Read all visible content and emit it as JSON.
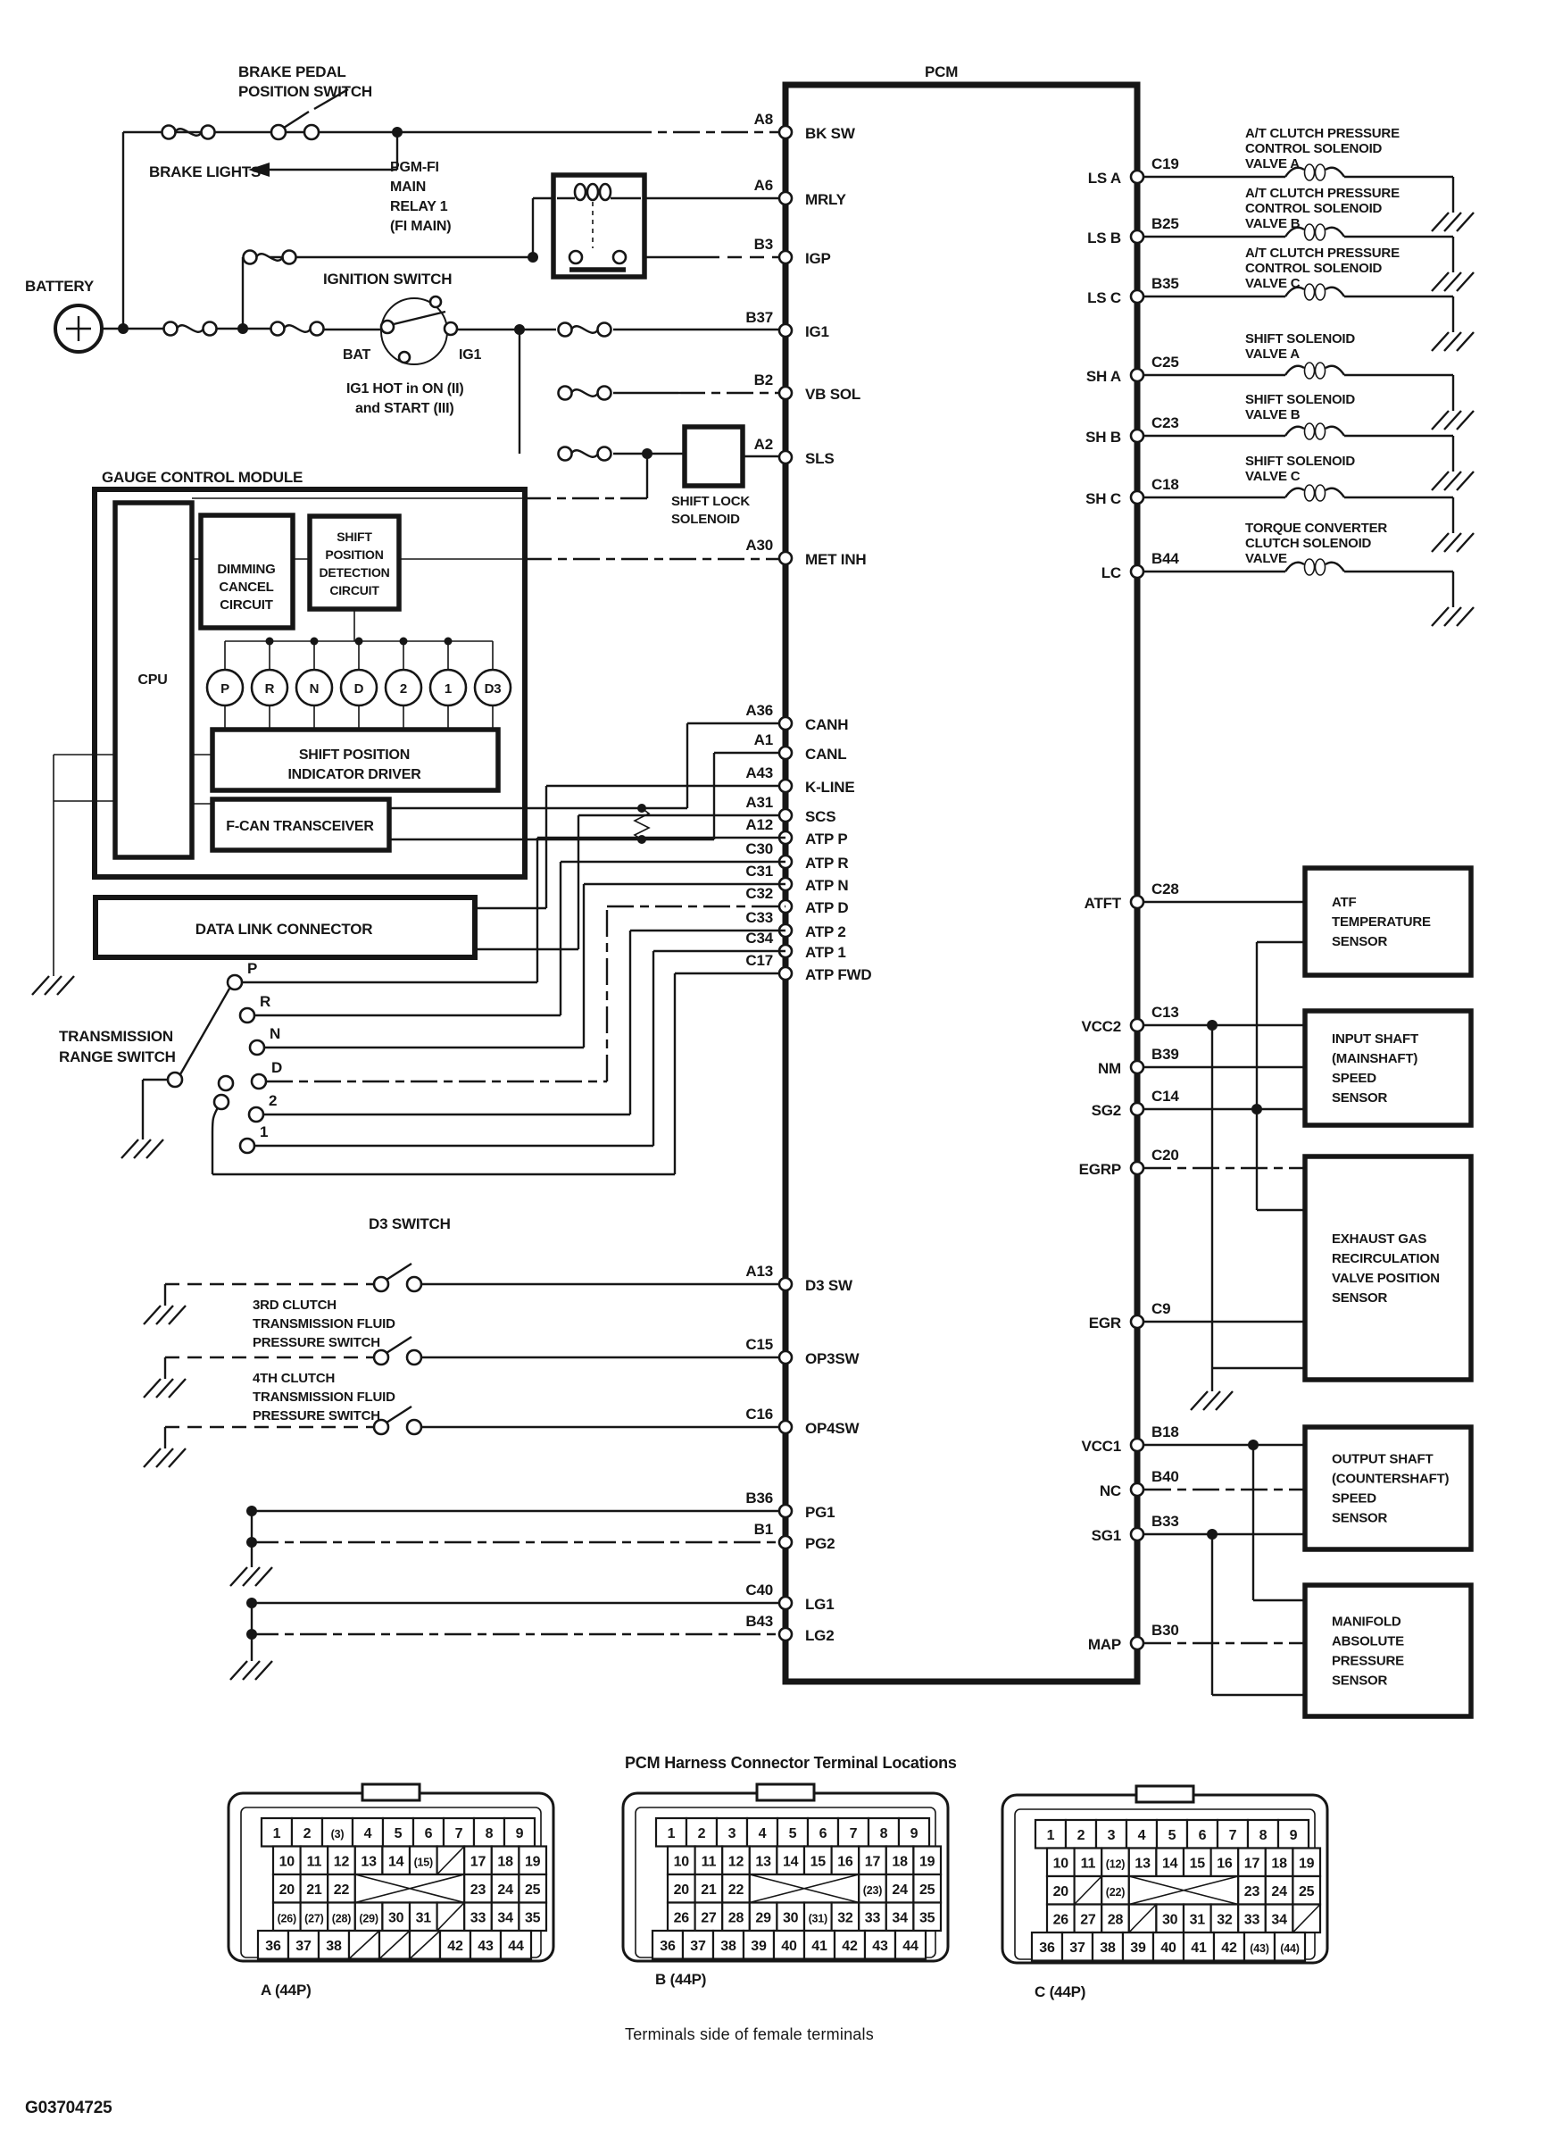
{
  "pcm": {
    "label": "PCM",
    "left_pins": [
      {
        "pin": "A8",
        "name": "BK SW"
      },
      {
        "pin": "A6",
        "name": "MRLY"
      },
      {
        "pin": "B3",
        "name": "IGP"
      },
      {
        "pin": "B37",
        "name": "IG1"
      },
      {
        "pin": "B2",
        "name": "VB SOL"
      },
      {
        "pin": "A2",
        "name": "SLS"
      },
      {
        "pin": "A30",
        "name": "MET INH"
      },
      {
        "pin": "A36",
        "name": "CANH"
      },
      {
        "pin": "A1",
        "name": "CANL"
      },
      {
        "pin": "A43",
        "name": "K-LINE"
      },
      {
        "pin": "A31",
        "name": "SCS"
      },
      {
        "pin": "A12",
        "name": "ATP P"
      },
      {
        "pin": "C30",
        "name": "ATP R"
      },
      {
        "pin": "C31",
        "name": "ATP N"
      },
      {
        "pin": "C32",
        "name": "ATP D"
      },
      {
        "pin": "C33",
        "name": "ATP 2"
      },
      {
        "pin": "C34",
        "name": "ATP 1"
      },
      {
        "pin": "C17",
        "name": "ATP FWD"
      },
      {
        "pin": "A13",
        "name": "D3 SW"
      },
      {
        "pin": "C15",
        "name": "OP3SW"
      },
      {
        "pin": "C16",
        "name": "OP4SW"
      },
      {
        "pin": "B36",
        "name": "PG1"
      },
      {
        "pin": "B1",
        "name": "PG2"
      },
      {
        "pin": "C40",
        "name": "LG1"
      },
      {
        "pin": "B43",
        "name": "LG2"
      }
    ],
    "right_pins": [
      {
        "pin": "C19",
        "name": "LS A"
      },
      {
        "pin": "B25",
        "name": "LS B"
      },
      {
        "pin": "B35",
        "name": "LS C"
      },
      {
        "pin": "C25",
        "name": "SH A"
      },
      {
        "pin": "C23",
        "name": "SH B"
      },
      {
        "pin": "C18",
        "name": "SH C"
      },
      {
        "pin": "B44",
        "name": "LC"
      },
      {
        "pin": "C28",
        "name": "ATFT"
      },
      {
        "pin": "C13",
        "name": "VCC2"
      },
      {
        "pin": "B39",
        "name": "NM"
      },
      {
        "pin": "C14",
        "name": "SG2"
      },
      {
        "pin": "C20",
        "name": "EGRP"
      },
      {
        "pin": "C9",
        "name": "EGR"
      },
      {
        "pin": "B18",
        "name": "VCC1"
      },
      {
        "pin": "B40",
        "name": "NC"
      },
      {
        "pin": "B33",
        "name": "SG1"
      },
      {
        "pin": "B30",
        "name": "MAP"
      }
    ]
  },
  "components": {
    "battery_label": "BATTERY",
    "brake_pedal_switch": [
      "BRAKE PEDAL",
      "POSITION SWITCH"
    ],
    "brake_lights": "BRAKE LIGHTS",
    "pgm_fi_relay": [
      "PGM-FI",
      "MAIN",
      "RELAY 1",
      "(FI MAIN)"
    ],
    "ignition_switch": "IGNITION SWITCH",
    "bat": "BAT",
    "ig1": "IG1",
    "ig1_hot": [
      "IG1 HOT in ON (II)",
      "and START (III)"
    ],
    "shift_lock": [
      "SHIFT LOCK",
      "SOLENOID"
    ],
    "gauge_module": "GAUGE CONTROL MODULE",
    "cpu": "CPU",
    "dimming": [
      "DIMMING",
      "CANCEL",
      "CIRCUIT"
    ],
    "spdc": [
      "SHIFT",
      "POSITION",
      "DETECTION",
      "CIRCUIT"
    ],
    "gears": [
      "P",
      "R",
      "N",
      "D",
      "2",
      "1",
      "D3"
    ],
    "driver": [
      "SHIFT POSITION",
      "INDICATOR DRIVER"
    ],
    "fcan": "F-CAN TRANSCEIVER",
    "dlc": "DATA LINK CONNECTOR",
    "range_switch": [
      "TRANSMISSION",
      "RANGE SWITCH"
    ],
    "range_positions": [
      "P",
      "R",
      "N",
      "D",
      "2",
      "1"
    ],
    "d3_switch": "D3 SWITCH",
    "op3": [
      "3RD CLUTCH",
      "TRANSMISSION FLUID",
      "PRESSURE SWITCH"
    ],
    "op4": [
      "4TH CLUTCH",
      "TRANSMISSION FLUID",
      "PRESSURE SWITCH"
    ],
    "solenoids": [
      {
        "lines": [
          "A/T CLUTCH PRESSURE",
          "CONTROL SOLENOID",
          "VALVE A"
        ]
      },
      {
        "lines": [
          "A/T CLUTCH PRESSURE",
          "CONTROL SOLENOID",
          "VALVE B"
        ]
      },
      {
        "lines": [
          "A/T CLUTCH PRESSURE",
          "CONTROL SOLENOID",
          "VALVE C"
        ]
      },
      {
        "lines": [
          "SHIFT SOLENOID",
          "VALVE A"
        ]
      },
      {
        "lines": [
          "SHIFT SOLENOID",
          "VALVE B"
        ]
      },
      {
        "lines": [
          "SHIFT SOLENOID",
          "VALVE C"
        ]
      },
      {
        "lines": [
          "TORQUE CONVERTER",
          "CLUTCH SOLENOID",
          "VALVE"
        ]
      }
    ],
    "sensors": [
      {
        "lines": [
          "ATF",
          "TEMPERATURE",
          "SENSOR"
        ]
      },
      {
        "lines": [
          "INPUT SHAFT",
          "(MAINSHAFT)",
          "SPEED",
          "SENSOR"
        ]
      },
      {
        "lines": [
          "EXHAUST GAS",
          "RECIRCULATION",
          "VALVE POSITION",
          "SENSOR"
        ]
      },
      {
        "lines": [
          "OUTPUT SHAFT",
          "(COUNTERSHAFT)",
          "SPEED",
          "SENSOR"
        ]
      },
      {
        "lines": [
          "MANIFOLD",
          "ABSOLUTE",
          "PRESSURE",
          "SENSOR"
        ]
      }
    ]
  },
  "section": {
    "connector_title": "PCM Harness Connector Terminal Locations",
    "terminals_note": "Terminals side of female terminals",
    "figure_id": "G03704725"
  },
  "connectors": [
    {
      "caption": "A (44P)",
      "rows": [
        [
          "1",
          "2",
          "(3)",
          "4",
          "5",
          "6",
          "7",
          "8",
          "9"
        ],
        [
          "10",
          "11",
          "12",
          "13",
          "14",
          "(15)",
          "/",
          "17",
          "18",
          "19"
        ],
        [
          "20",
          "21",
          "22",
          "X*4",
          "23",
          "24",
          "25"
        ],
        [
          "(26)",
          "(27)",
          "(28)",
          "(29)",
          "30",
          "31",
          "/",
          "33",
          "34",
          "35"
        ],
        [
          "36",
          "37",
          "38",
          "/",
          "/",
          "/",
          "42",
          "43",
          "44"
        ]
      ]
    },
    {
      "caption": "B (44P)",
      "rows": [
        [
          "1",
          "2",
          "3",
          "4",
          "5",
          "6",
          "7",
          "8",
          "9"
        ],
        [
          "10",
          "11",
          "12",
          "13",
          "14",
          "15",
          "16",
          "17",
          "18",
          "19"
        ],
        [
          "20",
          "21",
          "22",
          "X*4",
          "(23)",
          "24",
          "25"
        ],
        [
          "26",
          "27",
          "28",
          "29",
          "30",
          "(31)",
          "32",
          "33",
          "34",
          "35"
        ],
        [
          "36",
          "37",
          "38",
          "39",
          "40",
          "41",
          "42",
          "43",
          "44"
        ]
      ]
    },
    {
      "caption": "C (44P)",
      "rows": [
        [
          "1",
          "2",
          "3",
          "4",
          "5",
          "6",
          "7",
          "8",
          "9"
        ],
        [
          "10",
          "11",
          "(12)",
          "13",
          "14",
          "15",
          "16",
          "17",
          "18",
          "19"
        ],
        [
          "20",
          "/",
          "(22)",
          "X*4",
          "23",
          "24",
          "25"
        ],
        [
          "26",
          "27",
          "28",
          "/",
          "30",
          "31",
          "32",
          "33",
          "34",
          "/"
        ],
        [
          "36",
          "37",
          "38",
          "39",
          "40",
          "41",
          "42",
          "(43)",
          "(44)"
        ]
      ]
    }
  ]
}
